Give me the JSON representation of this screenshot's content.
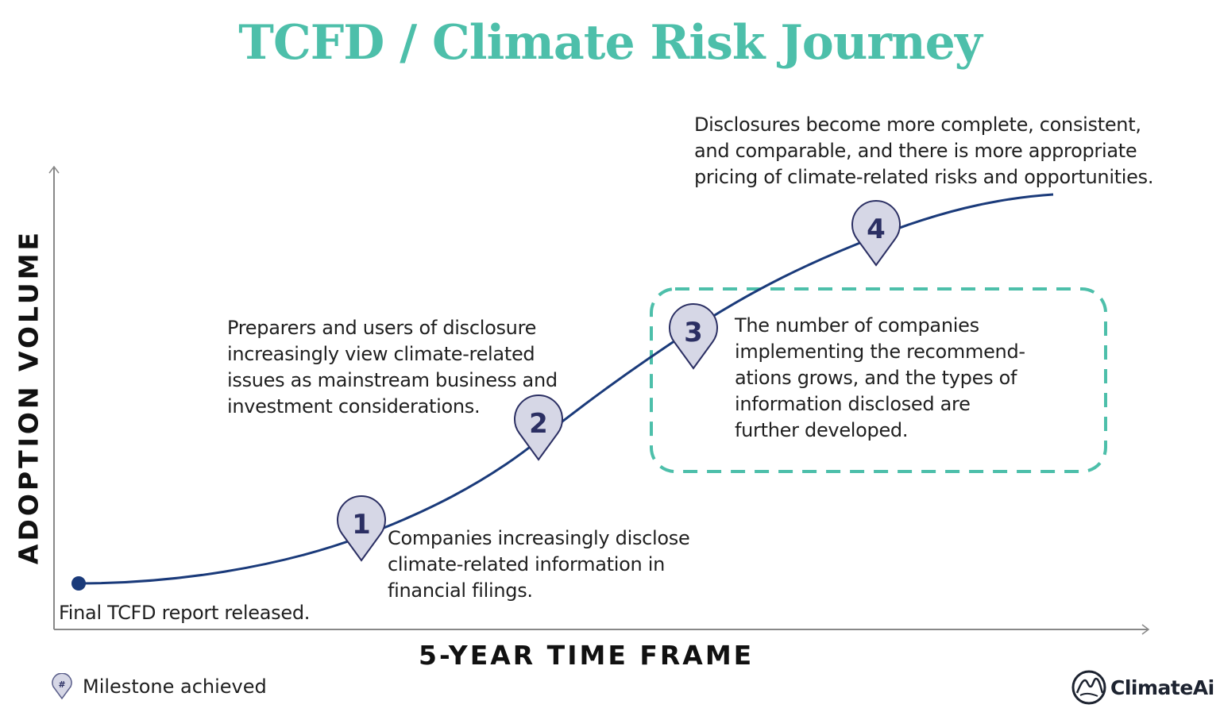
{
  "header": {
    "title": "TCFD / Climate Risk Journey"
  },
  "axes": {
    "y_label": "ADOPTION VOLUME",
    "x_label": "5-YEAR TIME FRAME"
  },
  "start_point": {
    "label": "Final TCFD report released."
  },
  "milestones": [
    {
      "number": "1",
      "lines": [
        "Companies increasingly disclose",
        "climate-related information in",
        "financial filings."
      ]
    },
    {
      "number": "2",
      "lines": [
        "Preparers and users of disclosure",
        "increasingly view climate-related",
        "issues as mainstream business and",
        "investment considerations."
      ]
    },
    {
      "number": "3",
      "lines": [
        "The number of companies",
        "implementing the recommend-",
        "ations grows, and the types of",
        "information disclosed are",
        "further developed."
      ],
      "highlighted": true
    },
    {
      "number": "4",
      "lines": [
        "Disclosures become more  complete, consistent,",
        "and comparable, and there is more appropriate",
        "pricing of climate-related risks and opportunities."
      ]
    }
  ],
  "legend": {
    "icon_symbol": "#",
    "label": "Milestone achieved"
  },
  "logo": {
    "text": "ClimateAi"
  },
  "colors": {
    "title": "#4dbfaa",
    "highlight_border": "#4dbfaa",
    "curve": "#1a3a7a",
    "pin_fill": "#d6d7e6",
    "pin_stroke": "#2b2f63",
    "axis": "#888888"
  }
}
